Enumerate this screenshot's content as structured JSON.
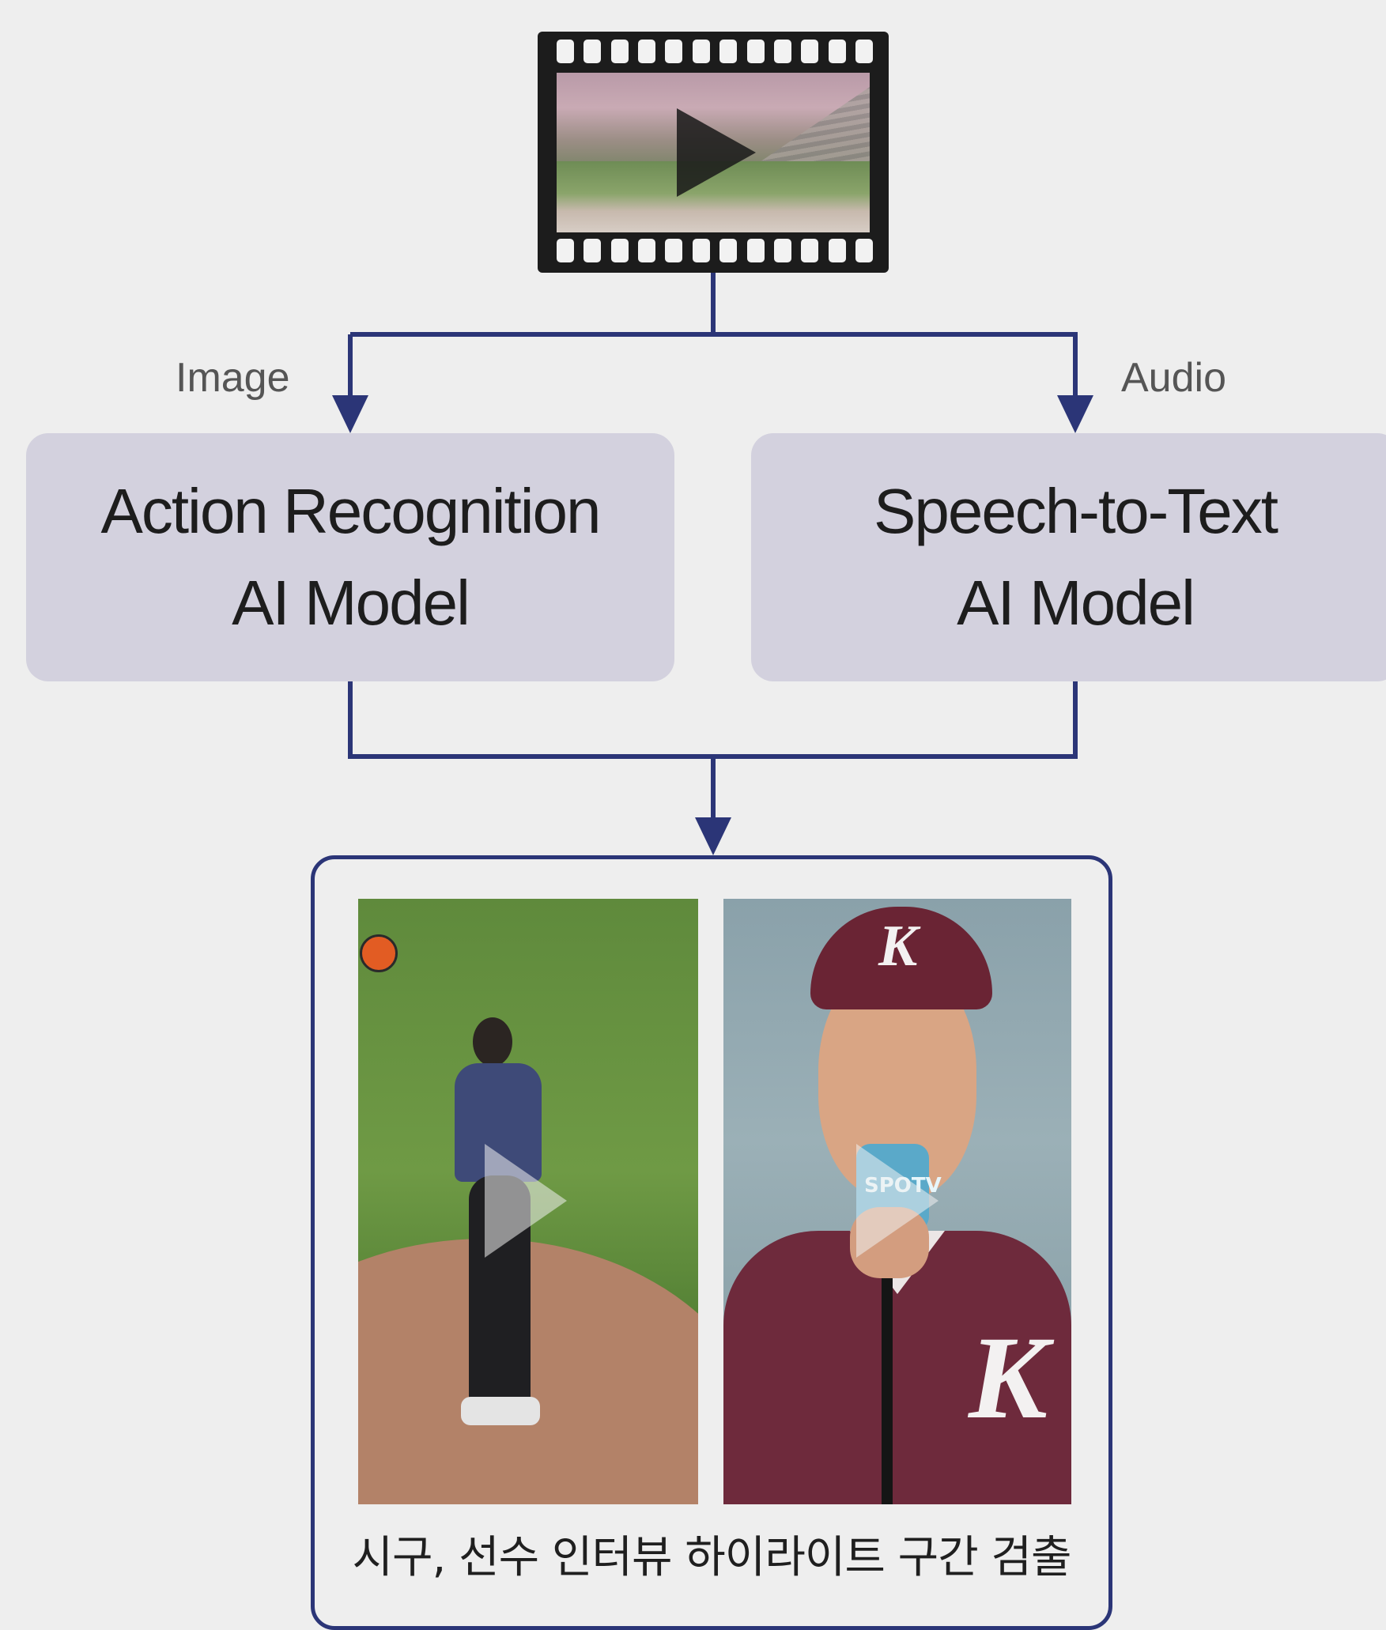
{
  "labels": {
    "image": "Image",
    "audio": "Audio"
  },
  "models": {
    "action_line1": "Action Recognition",
    "action_line2": "AI Model",
    "speech_line1": "Speech-to-Text",
    "speech_line2": "AI Model"
  },
  "output": {
    "caption": "시구, 선수 인터뷰 하이라이트 구간 검출",
    "mic_brand": "SPOTV",
    "jersey_letter": "K"
  },
  "colors": {
    "connector": "#2b3577",
    "model_box": "#d3d1de",
    "background": "#eeeeee"
  },
  "icons": {
    "source_video": "film-strip-icon",
    "play": "play-icon"
  }
}
